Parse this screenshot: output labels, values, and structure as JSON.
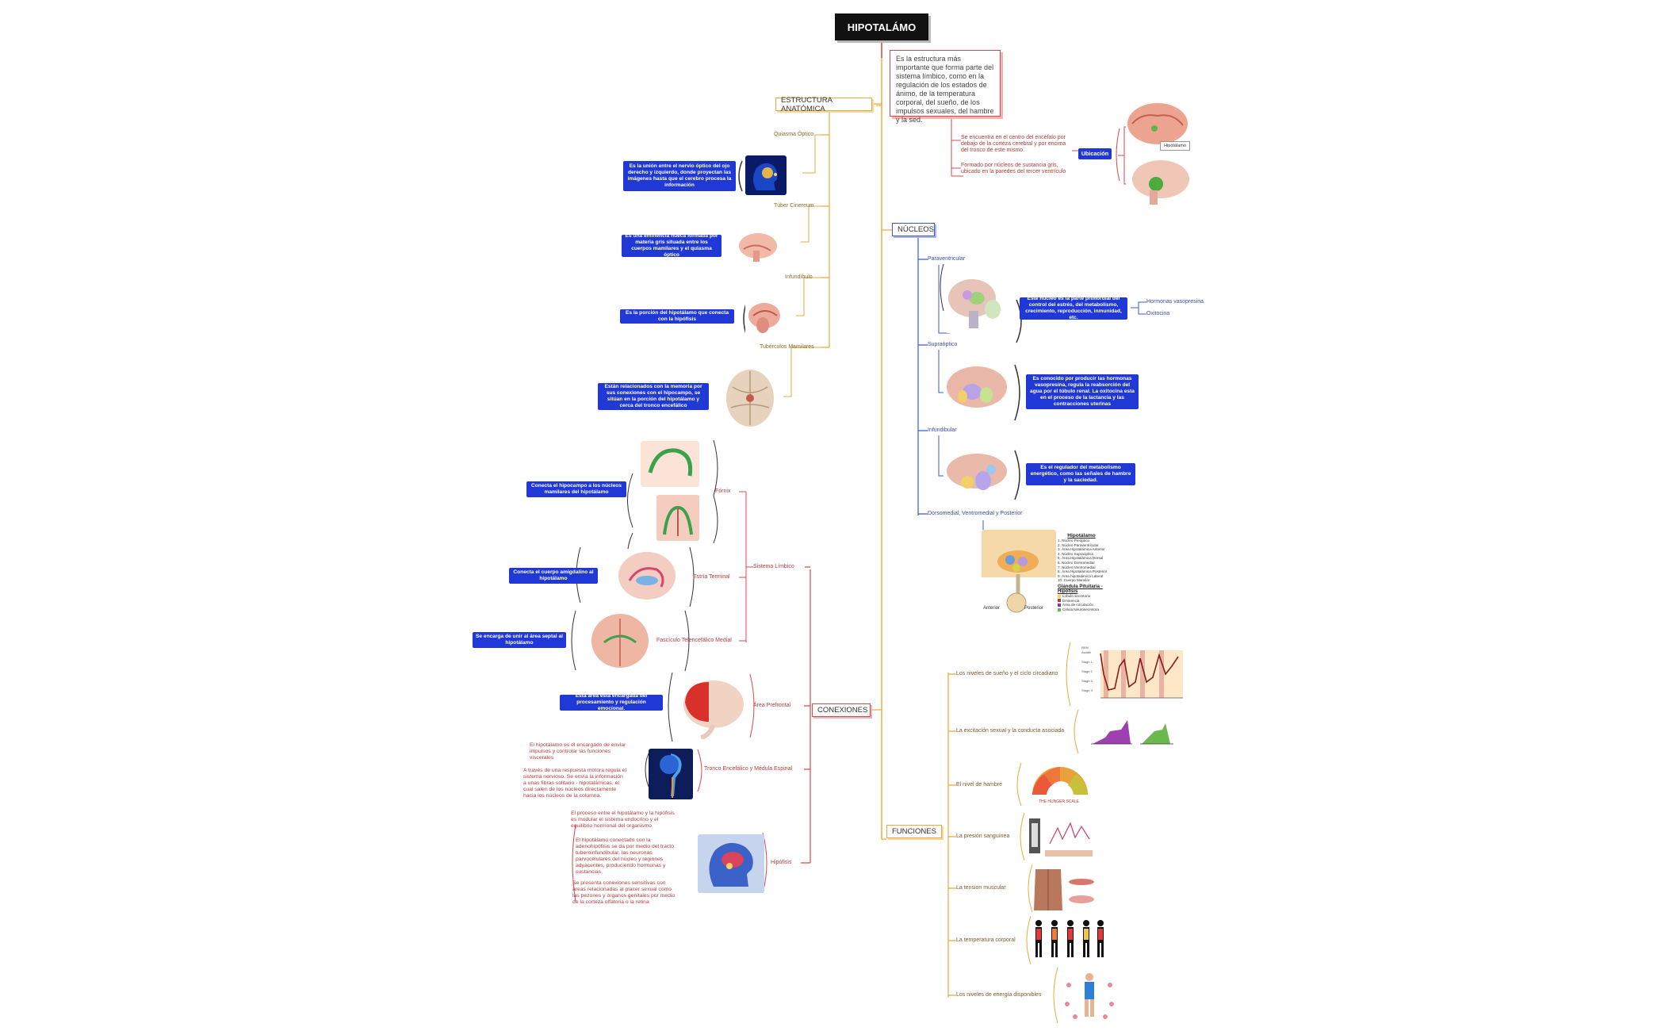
{
  "root": {
    "title": "HIPOTALÁMO"
  },
  "definition": "Es la estructura más importante que forma parte del sistema límbico, como en la regulación de los estados de ánimo, de la temperatura corporal, del sueño, de los impulsos sexuales, del hambre y la sed.",
  "ubicacion": {
    "label": "Ubicación",
    "texts": [
      "Se encuentra en el centro del encéfalo por debajo de la corteza cerebral y por encima del tronco de este mismo.",
      "Formado por núcleos de sustancia gris, ubicado en la paredes del tercer ventrículo"
    ],
    "image_tag": "Hipotálamo"
  },
  "estructura": {
    "title": "ESTRUCTURA ANATÓMICA",
    "items": [
      {
        "label": "Quiasma Óptico",
        "note": "Es la unión entre el nervio óptico del ojo derecho y izquierdo, donde proyectan las imágenes hasta que el cerebro procesa la información"
      },
      {
        "label": "Túber Cinereum",
        "note": "Es una eminencia hueca formada por materia gris situada entre los cuerpos mamilares y el quiasma óptico"
      },
      {
        "label": "Infundíbulo",
        "note": "Es la porción del hipotálamo que conecta con la hipófisis"
      },
      {
        "label": "Tubérculos Mamilares",
        "note": "Están relacionados con la memoria por sus conexiones con el hipocampo, se sitúan en la porción del hipotálamo y cerca del tronco encefálico"
      }
    ]
  },
  "nucleos": {
    "title": "NÚCLEOS",
    "items": [
      {
        "label": "Paraventricular",
        "note": "Este núcleo es la parte primordial del control del estrés, del metabolismo, crecimiento, reproducción, inmunidad, etc.",
        "hormones": [
          "Hormonas vasopresina",
          "Oxitocina"
        ]
      },
      {
        "label": "Supraóptico",
        "note": "Es conocido por producir las hormonas vasopresina, regula la reabsorción del agua por el túbulo renal. La oxitocina esta en el proceso de la lactancia y las contracciones uterinas"
      },
      {
        "label": "Infundibular",
        "note": "Es el regulador del metabolismo energético, como las señales de hambre y la saciedad."
      },
      {
        "label": "Dorsomedial, Ventromedial y Posterior"
      }
    ],
    "legend_title": "Hipotálamo",
    "legend_items": [
      "Núcleo Preóptico",
      "Núcleo Paraventricular",
      "Área Hipotalámica Anterior",
      "Núcleo Supraóptico",
      "Área Hipotalámica Dorsal",
      "Núcleo Dorsomedial",
      "Núcleo Ventromedial",
      "Área Hipotalámica Posterior",
      "Área hipotalámica Lateral",
      "Cuerpo Mamilar"
    ],
    "legend_sub_title": "Glándula Pituitaria - Hipófisis",
    "legend_sub_items": [
      "Lobulo secretorio",
      "Eminencia",
      "Área de circulación",
      "Célula Neurosecretora"
    ],
    "tags": [
      "Anterior",
      "Posterior"
    ]
  },
  "conexiones": {
    "title": "CONEXIONES",
    "sistema_limbico": "Sistema Límbico",
    "items": [
      {
        "label": "Fórnix",
        "note": "Conecta el hipocampo a los núcleos mamilares del hipotálamo"
      },
      {
        "label": "Estría Terminal",
        "note": "Conecta el cuerpo amigdalino al hipotálamo"
      },
      {
        "label": "Fascículo Telencefálico Medial",
        "note": "Se encarga de unir al área septal al hipotálamo"
      },
      {
        "label": "Área Prefrontal",
        "note": "Esta área esta encargada del procesamiento y regulación emocional."
      },
      {
        "label": "Tronco Encefálico y Médula Espinal",
        "texts": [
          "El hipotálamo es el encargado de enviar impulsos y controlar las funciones viscerales",
          "A través de una respuesta motora regula el sistema nervioso. Se envía la información a unas fibras solitario - hipotalámicas, el cual salen de los núcleos directamente hacia los núcleos de la columna."
        ]
      },
      {
        "label": "Hipófisis",
        "texts": [
          "El proceso entre el hipotálamo y la hipófisis es modular el sistema endocrino y el equilibrio hormonal del organismo",
          "El hipotálamo conectado con la adenohipófisis se da por medio del tracto tuberoinfundibular, las neuronas parvocelulares del núcleo y regiones adyacentes, produciendo hormonas y sustancias.",
          "Se presenta conexiones sensitivas con áreas relacionadas al placer sexual como las pezones y órganos genitales por medio de la corteza olfatoria o la retina"
        ]
      }
    ]
  },
  "funciones": {
    "title": "FUNCIONES",
    "items": [
      "Los niveles de sueño y el ciclo circadiano",
      "La excitación sexual y la conducta asociada",
      "El nivel de hambre",
      "La presión sanguínea",
      "La tension muscular",
      "La temperatura corporal",
      "Los niveles de energía disponibles"
    ],
    "sleep_chart_labels": [
      "Awake",
      "Stage 1",
      "Stage 2",
      "Stage 3",
      "Stage 4",
      "REM"
    ],
    "hunger_scale_label": "THE HUNGER SCALE"
  },
  "colors": {
    "orange": "#e9a93b",
    "blue": "#3b57d6",
    "red": "#d94848",
    "note_blue": "#2038d6",
    "root": "#111111"
  }
}
